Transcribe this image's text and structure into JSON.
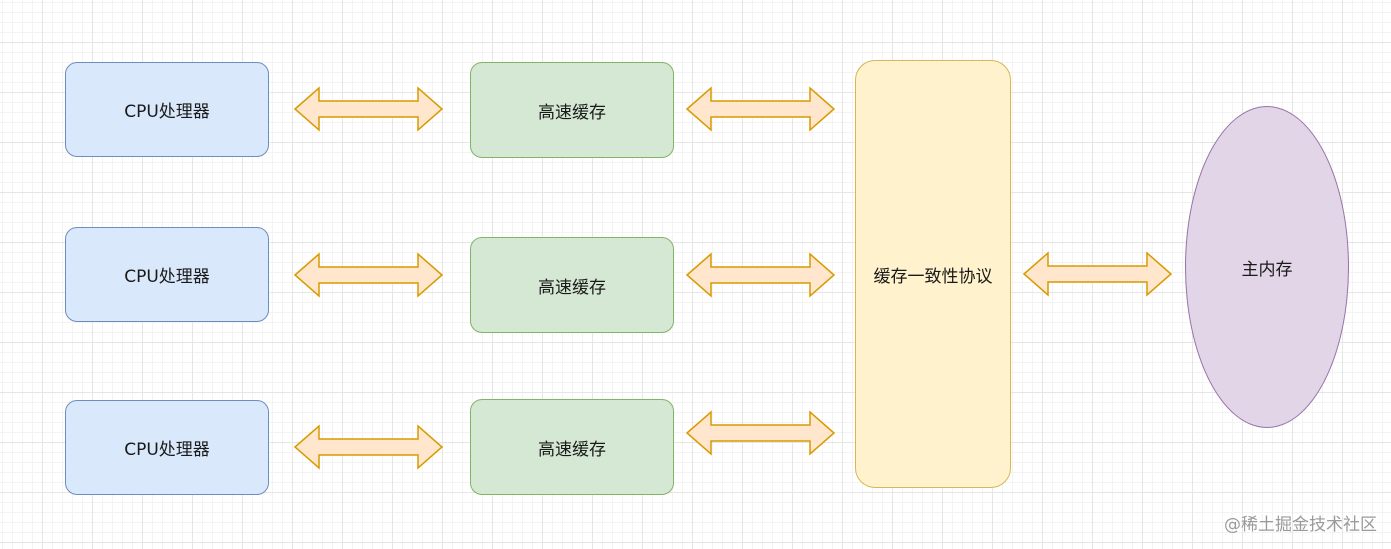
{
  "diagram": {
    "cpus": [
      {
        "label": "CPU处理器"
      },
      {
        "label": "CPU处理器"
      },
      {
        "label": "CPU处理器"
      }
    ],
    "caches": [
      {
        "label": "高速缓存"
      },
      {
        "label": "高速缓存"
      },
      {
        "label": "高速缓存"
      }
    ],
    "protocol": {
      "label": "缓存一致性协议"
    },
    "memory": {
      "label": "主内存"
    }
  },
  "colors": {
    "cpu_fill": "#dae8fc",
    "cpu_stroke": "#6c8ebf",
    "cache_fill": "#d5e8d4",
    "cache_stroke": "#82b366",
    "protocol_fill": "#fff2cc",
    "protocol_stroke": "#d6b656",
    "memory_fill": "#e1d5e7",
    "memory_stroke": "#9673a6",
    "arrow_fill": "#ffe6cc",
    "arrow_stroke": "#d79b00"
  },
  "watermark": "@稀土掘金技术社区"
}
